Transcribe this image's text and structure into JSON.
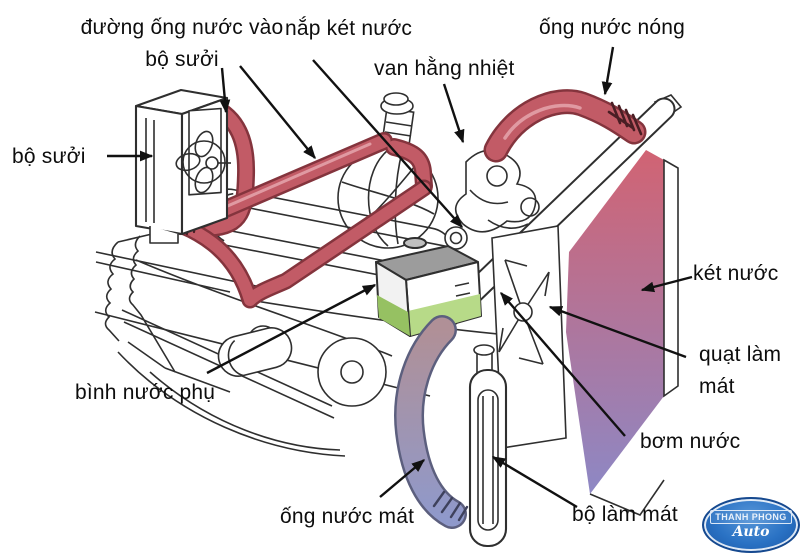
{
  "diagram": {
    "title_context": "engine-cooling-system-diagram",
    "labels": {
      "heater_inlet": "đường ống nước vào bộ sưởi",
      "radiator_cap": "nắp két nước",
      "thermostat": "van hằng nhiệt",
      "hot_pipe": "ống nước nóng",
      "heater": "bộ sưởi",
      "radiator": "két nước",
      "fan": "quạt làm mát",
      "pump": "bơm nước",
      "reservoir": "bình nước phụ",
      "cool_pipe": "ống nước mát",
      "cooler": "bộ làm mát"
    },
    "logo": {
      "top": "THANH PHONG",
      "bottom": "Auto"
    },
    "colors": {
      "hose_hot": "#c25b66",
      "hose_hot_dark": "#84343d",
      "hose_hot_light": "#e09aa2",
      "radiator_top": "#d5616e",
      "radiator_bottom": "#8d88c5",
      "hose_cool_top": "#b09097",
      "hose_cool_bottom": "#8f99cb",
      "hose_cool_dark": "#5c5f7e",
      "coolant_green": "#b7da88",
      "coolant_green_dark": "#96c162",
      "reservoir_lid": "#9c9c9c",
      "logo_blue": "#2a72c4",
      "line": "#2f2f2f"
    }
  }
}
